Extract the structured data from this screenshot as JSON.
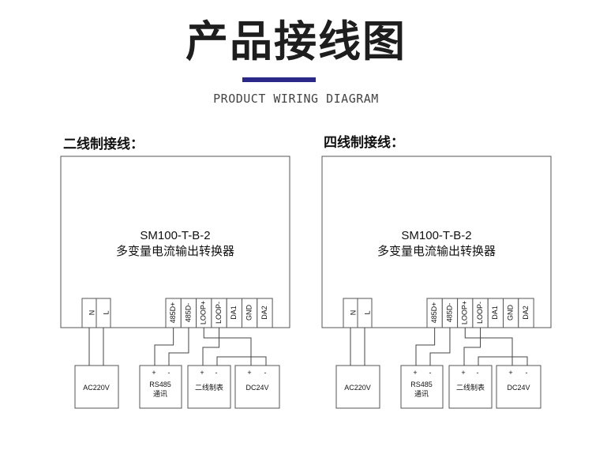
{
  "header": {
    "title": "产品接线图",
    "subtitle": "PRODUCT WIRING DIAGRAM",
    "accent_color": "#2a2888"
  },
  "diagrams": [
    {
      "section_label": "二线制接线：",
      "device_model": "SM100-T-B-2",
      "device_name": "多变量电流输出转换器",
      "terminals": {
        "power": [
          "N",
          "L"
        ],
        "signal": [
          "485D+",
          "485D-",
          "LOOP+",
          "LOOP-",
          "DA1",
          "GND",
          "DA2"
        ]
      },
      "boxes": {
        "ac": "AC220V",
        "rs485_line1": "RS485",
        "rs485_line2": "通讯",
        "two_wire": "二线制表",
        "dc": "DC24V"
      },
      "polarity": {
        "plus": "+",
        "minus": "-"
      }
    },
    {
      "section_label": "四线制接线：",
      "device_model": "SM100-T-B-2",
      "device_name": "多变量电流输出转换器",
      "terminals": {
        "power": [
          "N",
          "L"
        ],
        "signal": [
          "485D+",
          "485D-",
          "LOOP+",
          "LOOP-",
          "DA1",
          "GND",
          "DA2"
        ]
      },
      "boxes": {
        "ac": "AC220V",
        "rs485_line1": "RS485",
        "rs485_line2": "通讯",
        "two_wire": "二线制表",
        "dc": "DC24V"
      },
      "polarity": {
        "plus": "+",
        "minus": "-"
      }
    }
  ]
}
